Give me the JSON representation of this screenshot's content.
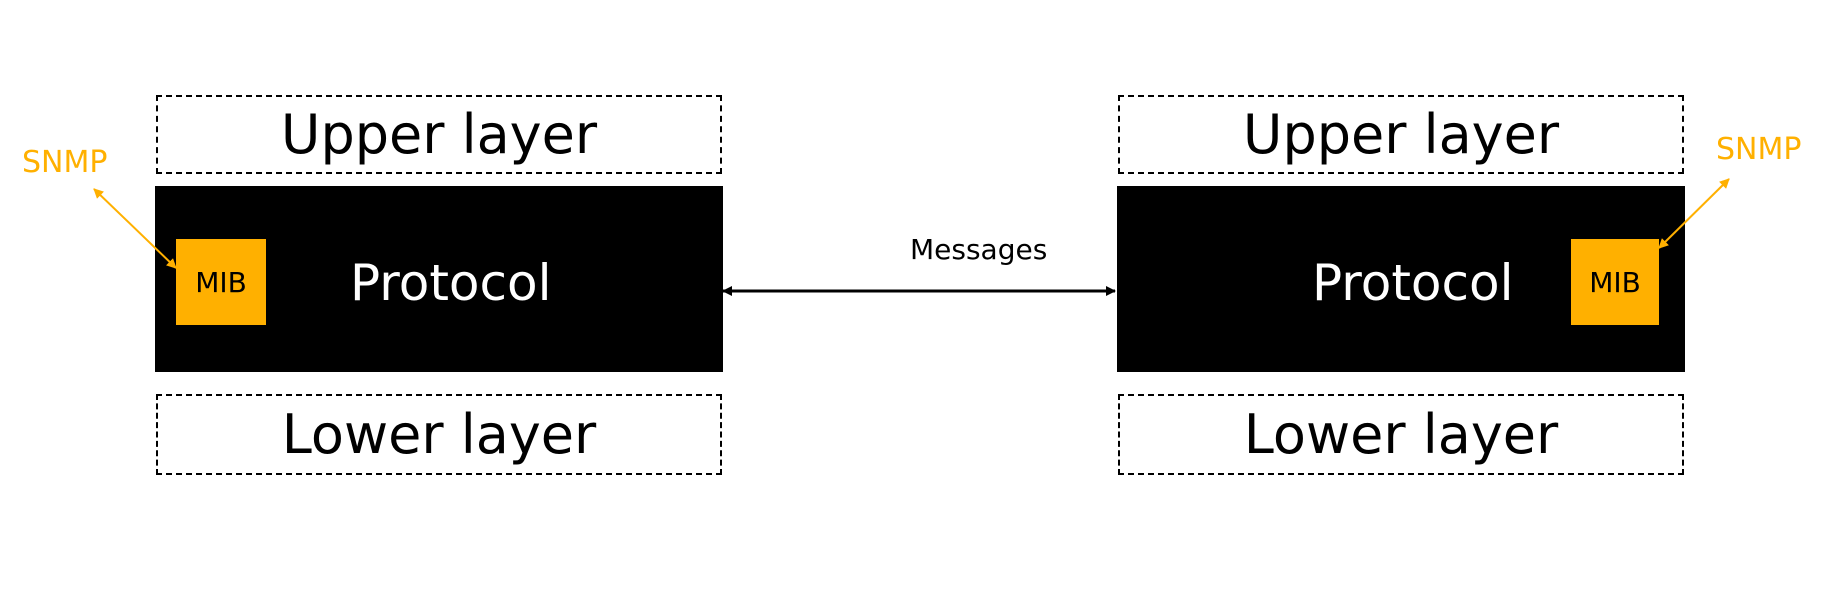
{
  "colors": {
    "accent": "#FFB000",
    "protocol_bg": "#000000",
    "protocol_text": "#FFFFFF",
    "line": "#000000"
  },
  "left_stack": {
    "upper_layer": "Upper layer",
    "protocol": "Protocol",
    "mib": "MIB",
    "lower_layer": "Lower layer",
    "snmp": "SNMP"
  },
  "right_stack": {
    "upper_layer": "Upper layer",
    "protocol": "Protocol",
    "mib": "MIB",
    "lower_layer": "Lower layer",
    "snmp": "SNMP"
  },
  "connection": {
    "label": "Messages"
  }
}
